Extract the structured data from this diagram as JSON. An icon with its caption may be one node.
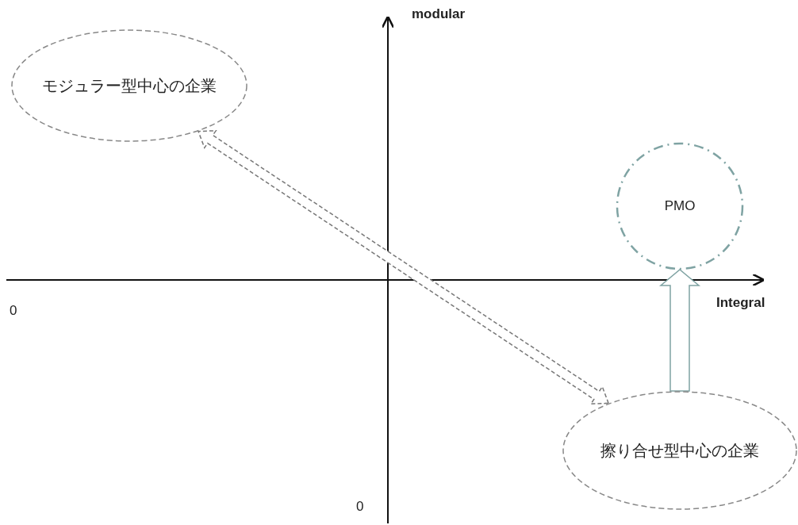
{
  "diagram": {
    "nodes": [
      {
        "text": [
          "モジュラー型中心の企業"
        ]
      },
      {
        "text": [
          "PMO"
        ]
      },
      {
        "text": [
          "擦り合せ型中心の企業"
        ]
      }
    ],
    "edges": [
      {
        "from": 2,
        "to": 0,
        "arrow": "both",
        "style": "dashed"
      },
      {
        "from": 2,
        "to": 1,
        "arrow": "to",
        "color": "#7fa3a3"
      }
    ],
    "labels": [
      "modular",
      "0",
      "Integral",
      "0"
    ]
  }
}
